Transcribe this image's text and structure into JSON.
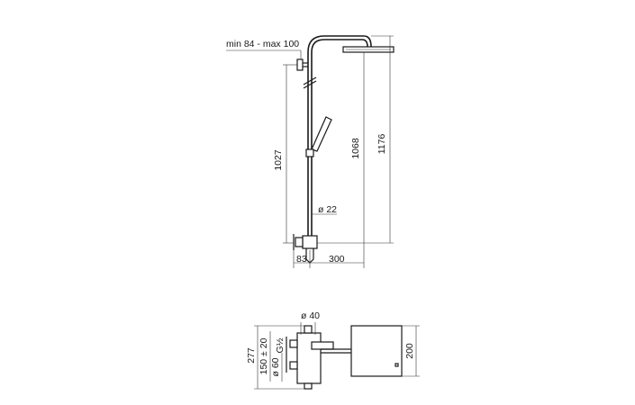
{
  "elevation": {
    "adjust_label": "min 84 - max 100",
    "height_1027": "1027",
    "height_1068": "1068",
    "height_1176": "1176",
    "diameter_22": "ø 22",
    "width_83": "83",
    "width_300": "300"
  },
  "plan": {
    "diameter_40": "ø 40",
    "height_277": "277",
    "spacing_150": "150 ± 20",
    "diameter_60": "ø 60",
    "thread": "G½",
    "size_200": "200"
  }
}
